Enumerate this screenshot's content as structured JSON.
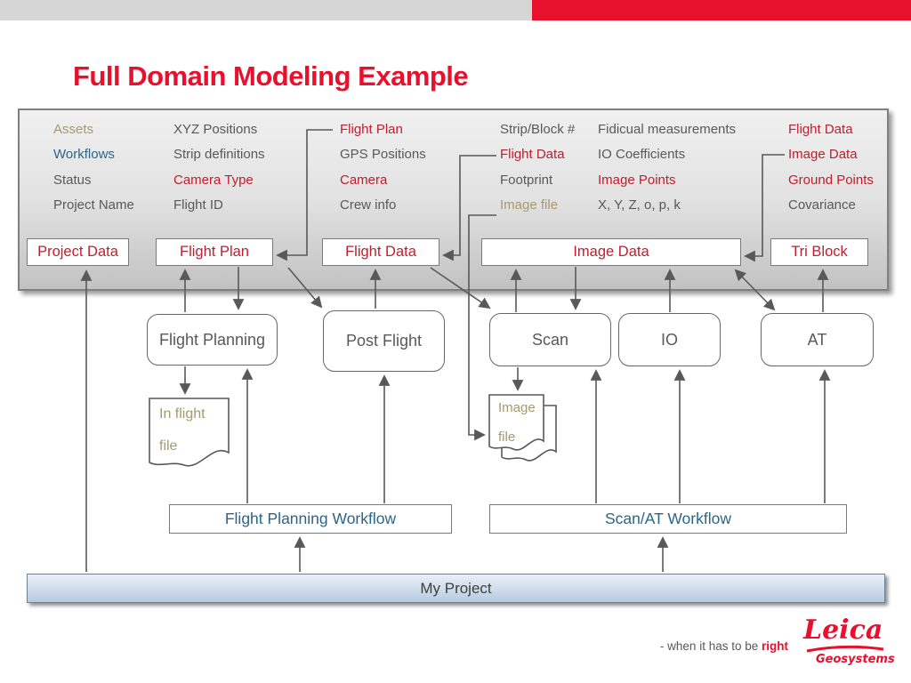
{
  "slide": {
    "title": "Full Domain Modeling Example"
  },
  "attribute_panel": {
    "columns": [
      {
        "items": [
          {
            "text": "Assets",
            "tone": "olive"
          },
          {
            "text": "Workflows",
            "tone": "blue"
          },
          {
            "text": "Status",
            "tone": "gray"
          },
          {
            "text": "Project Name",
            "tone": "gray"
          }
        ]
      },
      {
        "items": [
          {
            "text": "XYZ Positions",
            "tone": "gray"
          },
          {
            "text": "Strip definitions",
            "tone": "gray"
          },
          {
            "text": "Camera Type",
            "tone": "red"
          },
          {
            "text": "Flight ID",
            "tone": "gray"
          }
        ]
      },
      {
        "items": [
          {
            "text": "Flight Plan",
            "tone": "red"
          },
          {
            "text": "GPS Positions",
            "tone": "gray"
          },
          {
            "text": "Camera",
            "tone": "red"
          },
          {
            "text": "Crew info",
            "tone": "gray"
          }
        ]
      },
      {
        "items": [
          {
            "text": "Strip/Block #",
            "tone": "gray"
          },
          {
            "text": "Flight Data",
            "tone": "red"
          },
          {
            "text": "Footprint",
            "tone": "gray"
          },
          {
            "text": "Image file",
            "tone": "olive"
          }
        ]
      },
      {
        "items": [
          {
            "text": "Fidicual measurements",
            "tone": "gray"
          },
          {
            "text": "IO Coefficients",
            "tone": "gray"
          },
          {
            "text": "Image Points",
            "tone": "red"
          },
          {
            "text": "X, Y, Z, o, p, k",
            "tone": "gray"
          }
        ]
      },
      {
        "items": [
          {
            "text": "Flight Data",
            "tone": "red"
          },
          {
            "text": "Image Data",
            "tone": "red"
          },
          {
            "text": "Ground Points",
            "tone": "red"
          },
          {
            "text": "Covariance",
            "tone": "gray"
          }
        ]
      }
    ]
  },
  "data_boxes": [
    {
      "label": "Project Data"
    },
    {
      "label": "Flight Plan"
    },
    {
      "label": "Flight Data"
    },
    {
      "label": "Image Data"
    },
    {
      "label": "Tri Block"
    }
  ],
  "process_boxes": [
    {
      "label": "Flight Planning"
    },
    {
      "label": "Post Flight"
    },
    {
      "label": "Scan"
    },
    {
      "label": "IO"
    },
    {
      "label": "AT"
    }
  ],
  "documents": [
    {
      "line1": "In flight",
      "line2": "file"
    },
    {
      "line1": "Image",
      "line2": "file"
    }
  ],
  "workflow_boxes": [
    {
      "label": "Flight Planning Workflow"
    },
    {
      "label": "Scan/AT Workflow"
    }
  ],
  "project_bar": {
    "label": "My Project"
  },
  "footer": {
    "tagline": "- when it has to be ",
    "tagline_highlight": "right",
    "brand": "Leica",
    "brand_sub": "Geosystems"
  },
  "colors": {
    "brand_red": "#E8112D",
    "diagram_red": "#BE1E2D",
    "text_gray": "#595959",
    "text_olive": "#A59A6B",
    "text_blue": "#2D6586",
    "arrow_gray": "#595959",
    "panel_border": "#808080",
    "project_bar_top": "#E9F0F8",
    "project_bar_bottom": "#B7CBDF"
  }
}
